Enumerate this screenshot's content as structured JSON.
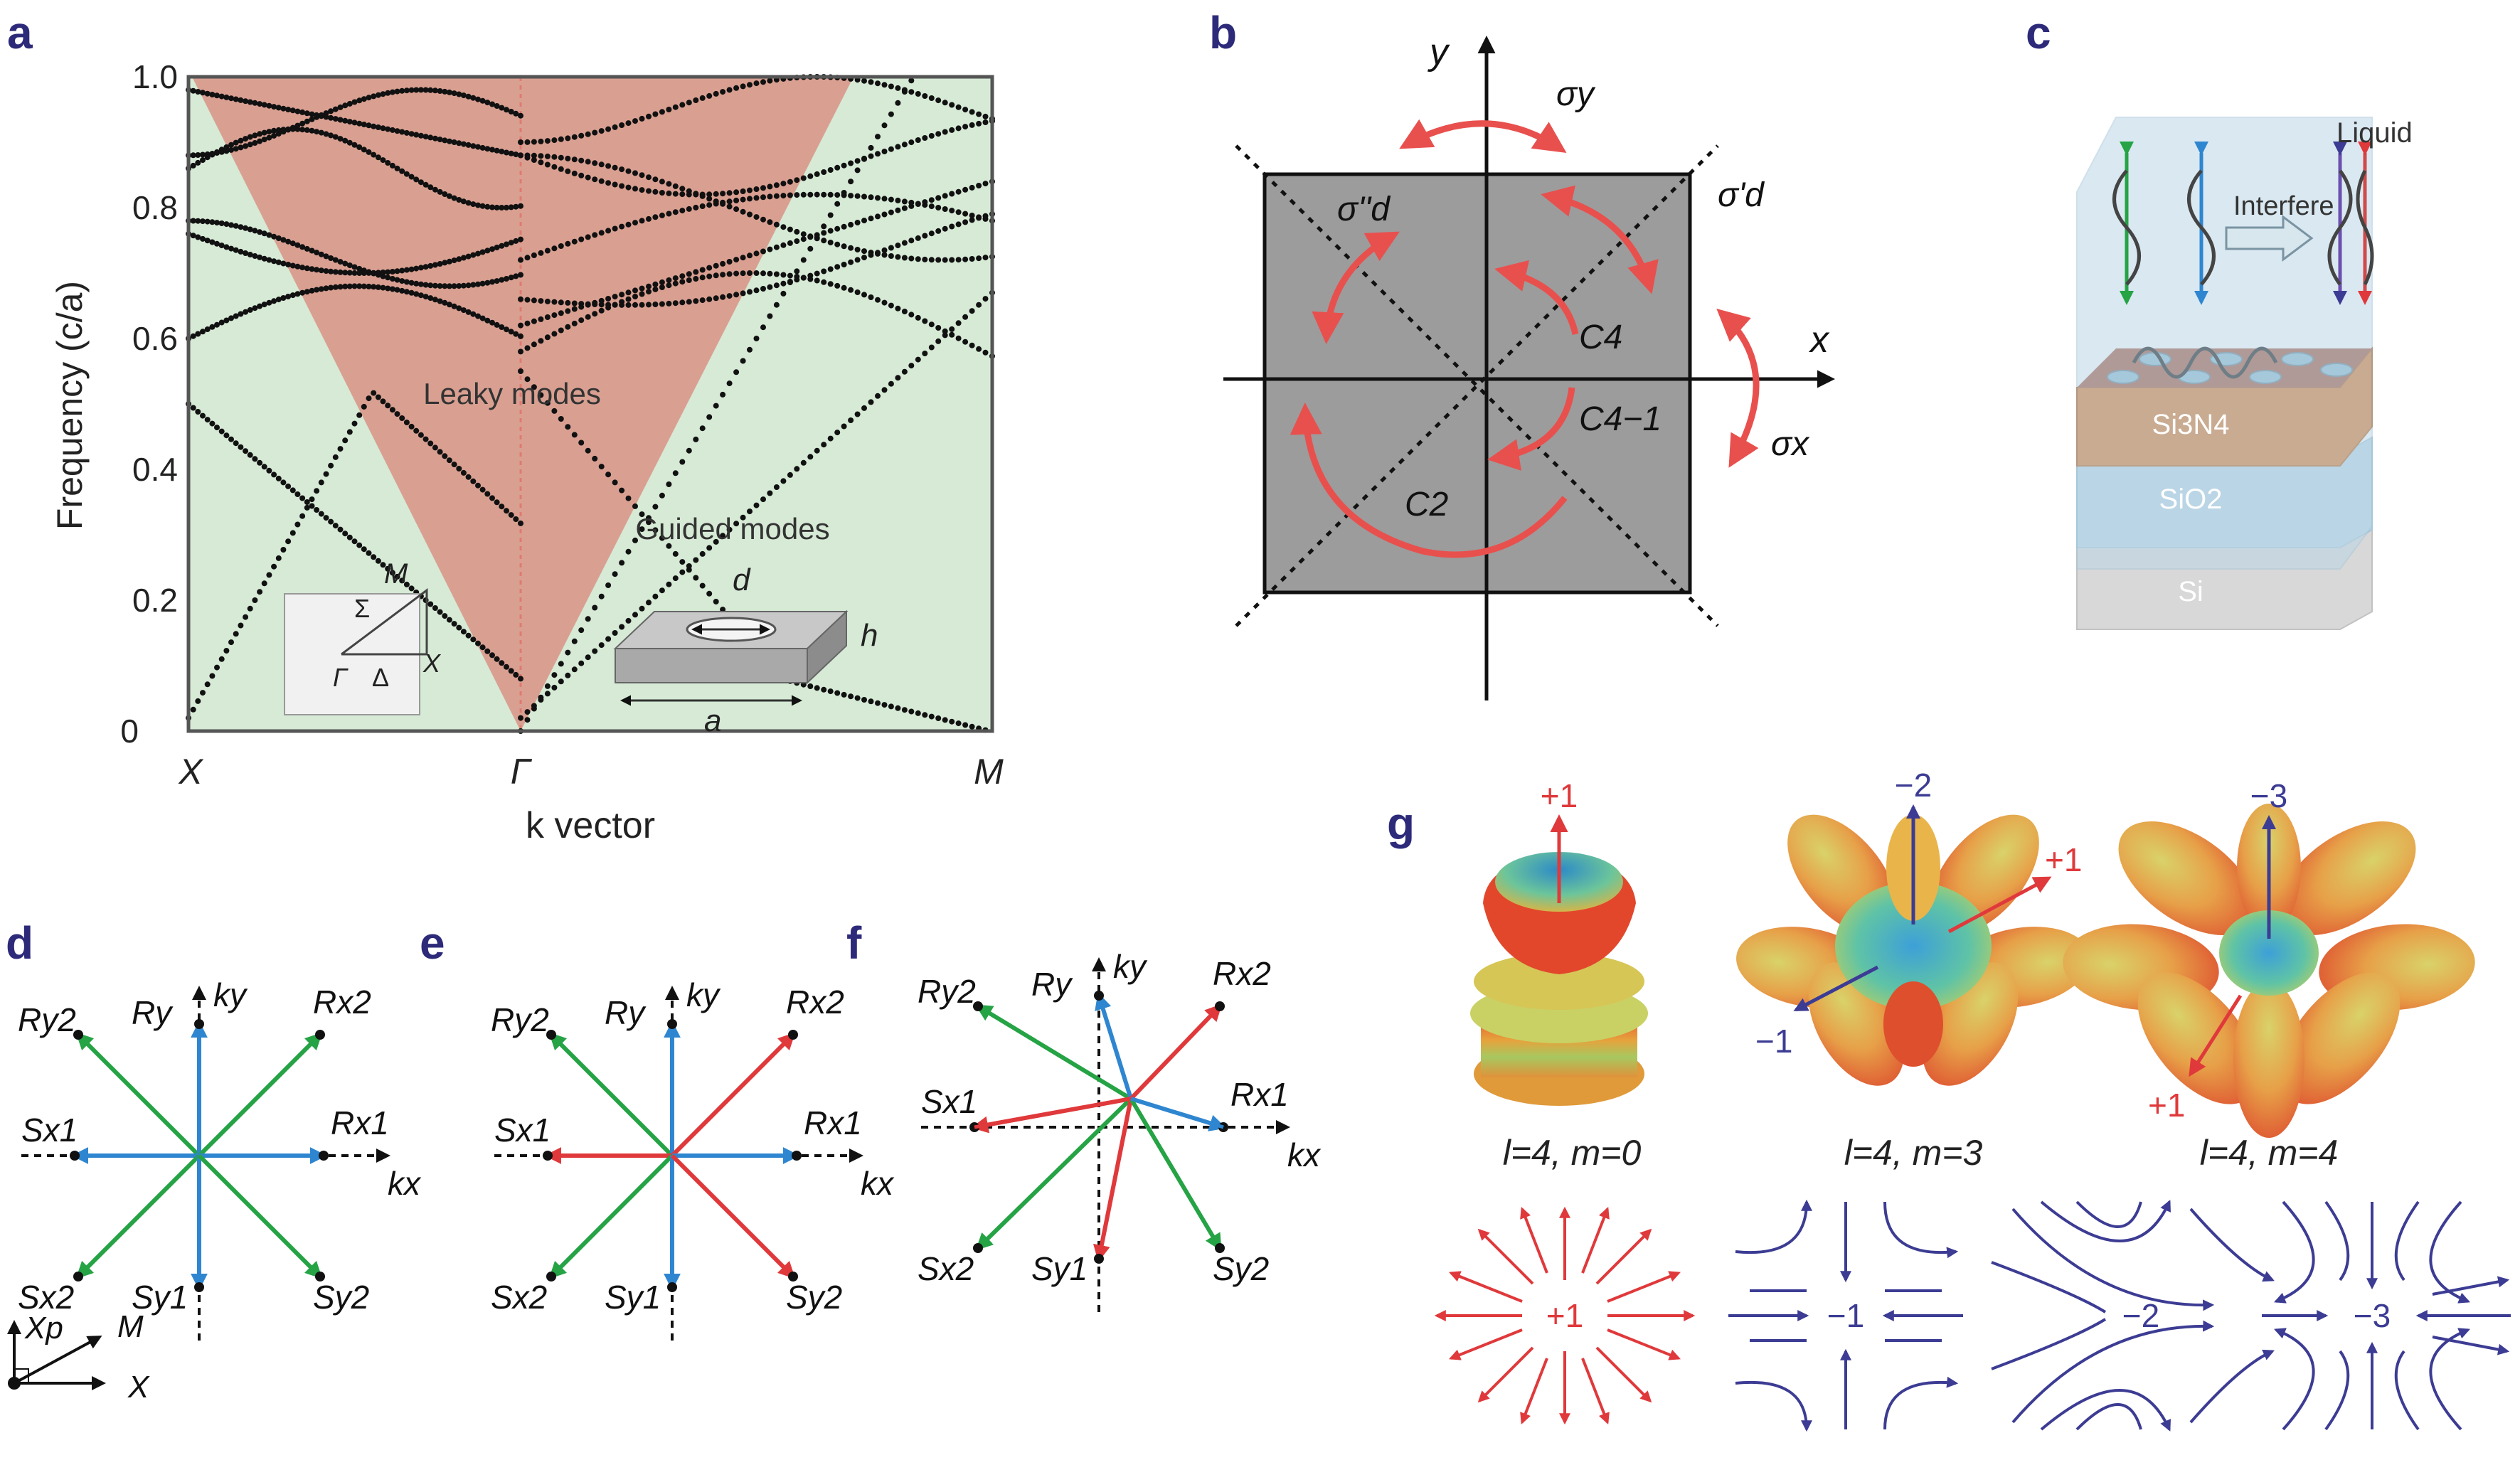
{
  "panels": {
    "a": {
      "label": "a",
      "ylabel": "Frequency (c/a)",
      "xlabel": "k vector",
      "yticks": [
        "1.0",
        "0.8",
        "0.6",
        "0.4",
        "0.2",
        "0"
      ],
      "xticks": [
        "X",
        "Γ",
        "M"
      ],
      "leaky_label": "Leaky modes",
      "guided_label": "Guided modes",
      "bz_labels": [
        "M",
        "Σ",
        "Γ",
        "Δ",
        "X"
      ],
      "slab_labels": [
        "d",
        "h",
        "a"
      ],
      "colors": {
        "leaky": "#d9a092",
        "guided": "#d6ead6",
        "bands": "#111111"
      }
    },
    "b": {
      "label": "b",
      "axis_labels": [
        "y",
        "x"
      ],
      "sym_labels": [
        "σy",
        "σx",
        "σ'd",
        "σ''d",
        "C4",
        "C4−1",
        "C2"
      ],
      "colors": {
        "square": "#9c9c9c",
        "arrows": "#e8504e"
      }
    },
    "c": {
      "label": "c",
      "layers": [
        "Liquid",
        "Si3N4",
        "SiO2",
        "Si"
      ],
      "interfere_label": "Interfere",
      "colors": {
        "liquid": "#bcd7e6",
        "si3n4": "#d9772a",
        "sio2": "#b8d4e4",
        "si": "#d8d8d8"
      }
    },
    "d": {
      "label": "d",
      "labels": [
        "Ry2",
        "Ry",
        "ky",
        "Rx2",
        "Sx1",
        "Rx1",
        "kx",
        "Sx2",
        "Sy1",
        "Sy2"
      ],
      "corner_labels": [
        "Xp",
        "M",
        "X"
      ]
    },
    "e": {
      "label": "e",
      "labels": [
        "Ry2",
        "Ry",
        "ky",
        "Rx2",
        "Sx1",
        "Rx1",
        "kx",
        "Sx2",
        "Sy1",
        "Sy2"
      ]
    },
    "f": {
      "label": "f",
      "labels": [
        "Ry2",
        "Ry",
        "ky",
        "Rx2",
        "Sx1",
        "Rx1",
        "kx",
        "Sx2",
        "Sy1",
        "Sy2"
      ]
    },
    "g": {
      "label": "g",
      "captions": [
        "l=4, m=0",
        "l=4, m=3",
        "l=4, m=4"
      ],
      "charges": [
        "+1",
        "−2",
        "+1",
        "−1",
        "+1",
        "−3"
      ],
      "field_charges": [
        "+1",
        "−1",
        "−2",
        "−3"
      ],
      "colors": {
        "positive": "#e0393b",
        "negative": "#3c3c94"
      }
    }
  }
}
